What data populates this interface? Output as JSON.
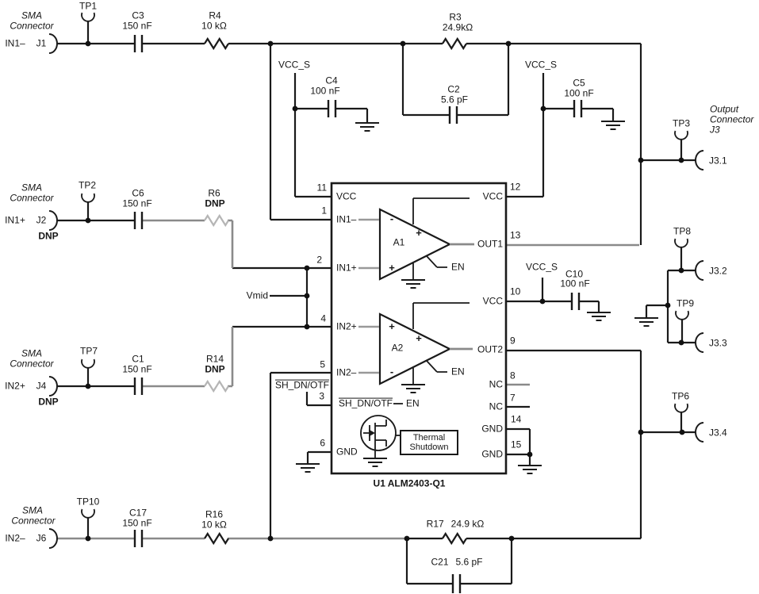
{
  "colors": {
    "wire": "#1a1a1a",
    "gray_wire": "#8a8a8a",
    "dnp_part": "#b5b5b5",
    "background": "#ffffff"
  },
  "sma_label": {
    "l1": "SMA",
    "l2": "Connector"
  },
  "inputs": {
    "j1": {
      "net": "IN1–",
      "ref": "J1",
      "tp": "TP1"
    },
    "j2": {
      "net": "IN1+",
      "ref": "J2",
      "tp": "TP2",
      "dnp": "DNP"
    },
    "j4": {
      "net": "IN2+",
      "ref": "J4",
      "tp": "TP7",
      "dnp": "DNP"
    },
    "j6": {
      "net": "IN2–",
      "ref": "J6",
      "tp": "TP10"
    }
  },
  "output": {
    "l1": "Output",
    "l2": "Connector",
    "l3": "J3",
    "pins": {
      "j31": "J3.1",
      "j32": "J3.2",
      "j33": "J3.3",
      "j34": "J3.4"
    },
    "tps": {
      "tp3": "TP3",
      "tp8": "TP8",
      "tp9": "TP9",
      "tp6": "TP6"
    }
  },
  "parts": {
    "c3": {
      "ref": "C3",
      "val": "150 nF"
    },
    "r4": {
      "ref": "R4",
      "val": "10 kΩ"
    },
    "r3": {
      "ref": "R3",
      "val": "24.9kΩ"
    },
    "c4": {
      "ref": "C4",
      "val": "100 nF"
    },
    "c2": {
      "ref": "C2",
      "val": "5.6 pF"
    },
    "c5": {
      "ref": "C5",
      "val": "100 nF"
    },
    "c6": {
      "ref": "C6",
      "val": "150 nF"
    },
    "r6": {
      "ref": "R6",
      "val": "DNP"
    },
    "c1": {
      "ref": "C1",
      "val": "150 nF"
    },
    "r14": {
      "ref": "R14",
      "val": "DNP"
    },
    "c10": {
      "ref": "C10",
      "val": "100 nF"
    },
    "c17": {
      "ref": "C17",
      "val": "150 nF"
    },
    "r16": {
      "ref": "R16",
      "val": "10 kΩ"
    },
    "r17": {
      "ref": "R17",
      "val": "24.9 kΩ"
    },
    "c21": {
      "ref": "C21",
      "val": "5.6 pF"
    }
  },
  "nets": {
    "vcc_s": "VCC_S",
    "vmid": "Vmid",
    "shdn": "SH_DN/OTF"
  },
  "ic": {
    "refdes": "U1 ALM2403-Q1",
    "amp1": "A1",
    "amp2": "A2",
    "en": "EN",
    "plus": "+",
    "minus": "-",
    "thermal": {
      "l1": "Thermal",
      "l2": "Shutdown"
    },
    "pins_left": [
      {
        "num": "11",
        "name": "VCC"
      },
      {
        "num": "1",
        "name": "IN1–"
      },
      {
        "num": "2",
        "name": "IN1+"
      },
      {
        "num": "4",
        "name": "IN2+"
      },
      {
        "num": "5",
        "name": "IN2–"
      },
      {
        "num": "3",
        "name": "SH_DN/OTF"
      },
      {
        "num": "6",
        "name": "GND"
      }
    ],
    "pins_right": [
      {
        "num": "12",
        "name": "VCC"
      },
      {
        "num": "13",
        "name": "OUT1"
      },
      {
        "num": "10",
        "name": "VCC"
      },
      {
        "num": "9",
        "name": "OUT2"
      },
      {
        "num": "8",
        "name": "NC"
      },
      {
        "num": "7",
        "name": "NC"
      },
      {
        "num": "14",
        "name": "GND"
      },
      {
        "num": "15",
        "name": "GND"
      }
    ]
  }
}
